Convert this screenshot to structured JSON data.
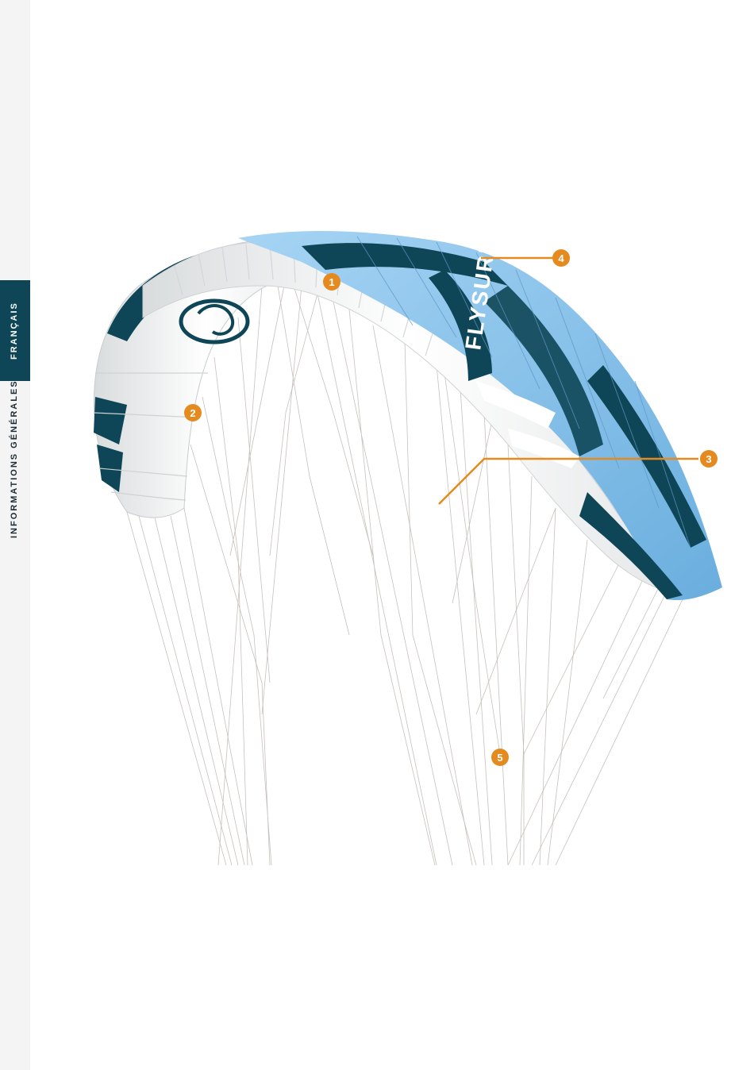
{
  "sidebar": {
    "active_tab": "FRANÇAIS",
    "inactive_tab": "INFORMATIONS GÉNÉRALES"
  },
  "kite": {
    "brand_text": "FLYSURFER",
    "callouts": [
      "1",
      "2",
      "3",
      "4",
      "5"
    ],
    "colors": {
      "dark_teal": "#0e4657",
      "light_blue": "#8fc4ea",
      "white": "#f2f3f3",
      "callout_orange": "#e48a1f",
      "lines": "#bdb6b1"
    }
  }
}
